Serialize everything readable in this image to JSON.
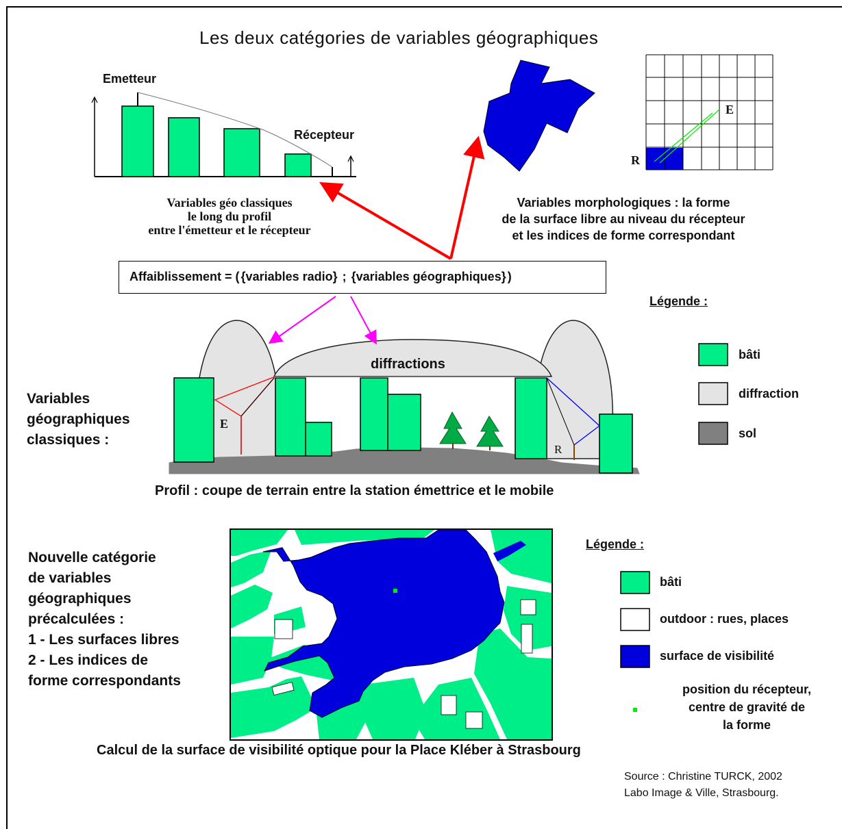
{
  "title": "Les deux catégories de variables géographiques",
  "profile_chart": {
    "emitter_label": "Emetteur",
    "receiver_label": "Récepteur",
    "caption_lines": [
      "Variables géo classiques",
      "le long du profil",
      "entre l'émetteur et le récepteur"
    ]
  },
  "morpho": {
    "grid_label_e": "E",
    "grid_label_r": "R",
    "caption_lines": [
      "Variables morphologiques : la forme",
      "de la surface libre  au niveau du récepteur",
      "et les indices de forme correspondant"
    ]
  },
  "formula": {
    "prefix": "Affaiblissement = (",
    "radio": "{variables radio}",
    "separator": " ; ",
    "geo": "{variables géographiques}",
    "suffix": ")"
  },
  "legend_top": {
    "title": "Légende :",
    "items": [
      {
        "label": "bâti",
        "color": "#00ee88"
      },
      {
        "label": "diffraction",
        "color": "#e4e4e4"
      },
      {
        "label": "sol",
        "color": "#808080"
      }
    ]
  },
  "section_classic": {
    "label_lines": [
      "Variables",
      "géographiques",
      "classiques :"
    ],
    "diffractions_label": "diffractions",
    "e_label": "E",
    "r_label": "R",
    "caption": "Profil : coupe de terrain entre la station émettrice et le mobile"
  },
  "section_new": {
    "label_lines": [
      "Nouvelle catégorie",
      "de variables",
      "géographiques",
      "précalculées :",
      "1 - Les surfaces libres",
      "2 - Les indices de",
      "forme correspondants"
    ],
    "caption": "Calcul de la surface de visibilité optique pour la Place Kléber à Strasbourg"
  },
  "legend_bottom": {
    "title": "Légende :",
    "items": [
      {
        "label": "bâti",
        "color": "#00ee88"
      },
      {
        "label": "outdoor : rues, places",
        "color": "#ffffff"
      },
      {
        "label": "surface de visibilité",
        "color": "#0000dd"
      }
    ],
    "receiver_lines": [
      "position du récepteur,",
      "centre de gravité de",
      "la forme"
    ]
  },
  "source_lines": [
    "Source : Christine TURCK, 2002",
    "Labo Image & Ville, Strasbourg."
  ],
  "colors": {
    "bati": "#00ee88",
    "diffraction": "#e4e4e4",
    "sol": "#808080",
    "visibility": "#0000dd",
    "arrow_red": "#ff0000",
    "arrow_magenta": "#ff00ff"
  }
}
